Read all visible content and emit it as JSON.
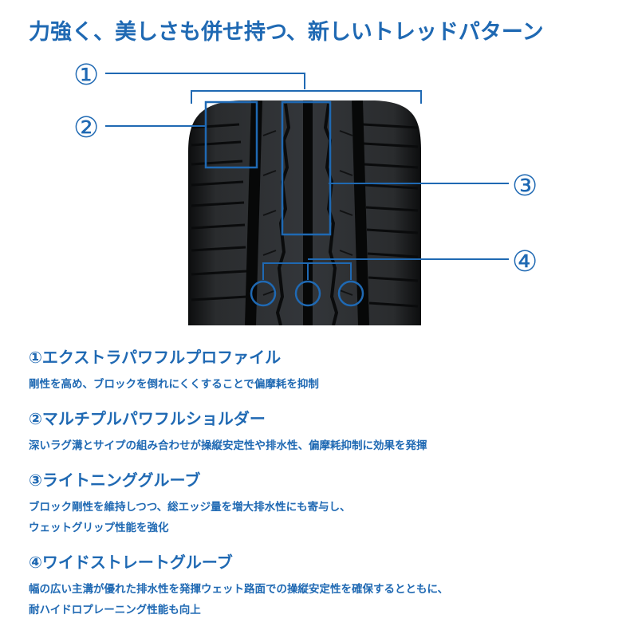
{
  "headline": "力強く、美しさも併せ持つ、新しいトレッドパターン",
  "callouts": [
    "①",
    "②",
    "③",
    "④"
  ],
  "features": [
    {
      "title": "①エクストラパワフルプロファイル",
      "lines": [
        "剛性を高め、ブロックを倒れにくくすることで偏摩耗を抑制"
      ]
    },
    {
      "title": "②マルチプルパワフルショルダー",
      "lines": [
        "深いラグ溝とサイプの組み合わせが操縦安定性や排水性、偏摩耗抑制に効果を発揮"
      ]
    },
    {
      "title": "③ライトニンググルーブ",
      "lines": [
        "ブロック剛性を維持しつつ、総エッジ量を増大排水性にも寄与し、",
        "ウェットグリップ性能を強化"
      ]
    },
    {
      "title": "④ワイドストレートグルーブ",
      "lines": [
        "幅の広い主溝が優れた排水性を発揮ウェット路面での操縦安定性を確保するとともに、",
        "耐ハイドロプレーニング性能も向上"
      ]
    }
  ],
  "colors": {
    "accent": "#1f69b3",
    "tire": "#1b1d1f"
  }
}
